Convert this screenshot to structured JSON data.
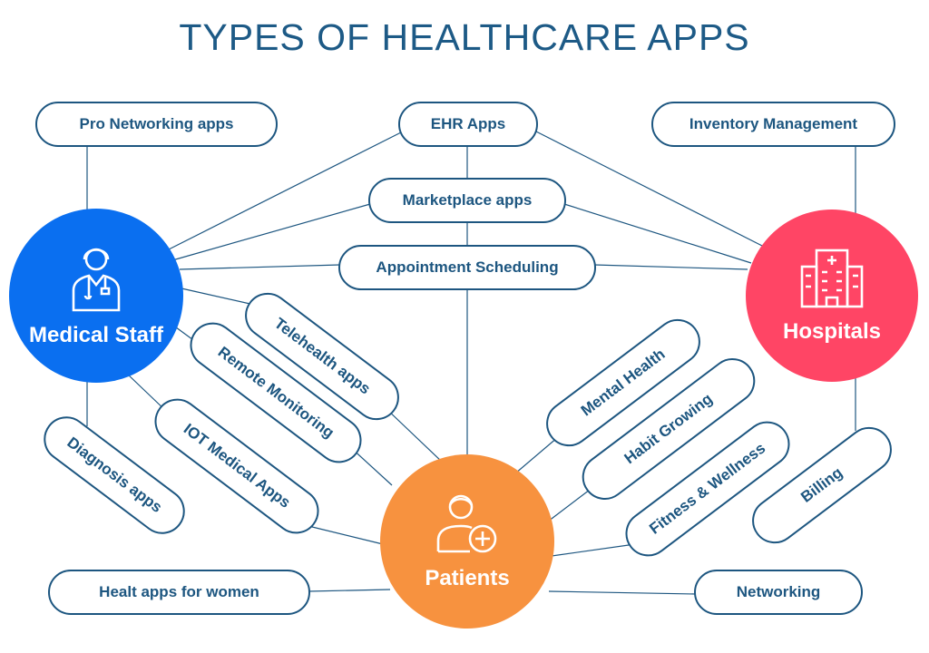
{
  "title": "TYPES OF HEALTHCARE APPS",
  "hubs": {
    "medical_staff": {
      "label": "Medical Staff",
      "color": "#0a6ff0",
      "icon": "doctor-icon"
    },
    "hospitals": {
      "label": "Hospitals",
      "color": "#ff4565",
      "icon": "hospital-building-icon"
    },
    "patients": {
      "label": "Patients",
      "color": "#f7923f",
      "icon": "patient-plus-icon"
    }
  },
  "apps": {
    "pro_networking": "Pro Networking apps",
    "ehr": "EHR Apps",
    "inventory": "Inventory Management",
    "marketplace": "Marketplace apps",
    "appointment": "Appointment Scheduling",
    "telehealth": "Telehealth apps",
    "remote_monitoring": "Remote Monitoring",
    "iot": "IOT Medical Apps",
    "diagnosis": "Diagnosis apps",
    "mental_health": "Mental Health",
    "habit": "Habit Growing",
    "fitness": "Fitness & Wellness",
    "billing": "Billing",
    "women": "Healt apps for women",
    "networking": "Networking"
  }
}
